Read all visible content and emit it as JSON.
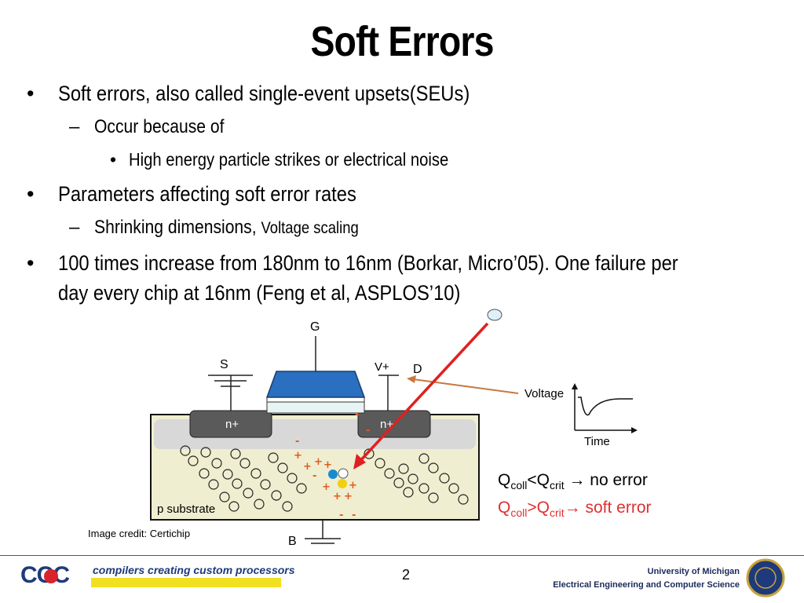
{
  "slide": {
    "title": "Soft Errors",
    "bullets": [
      {
        "mark": "•",
        "text": "Soft errors, also called single-event upsets(SEUs)"
      },
      {
        "mark": "–",
        "text": "Occur because of"
      },
      {
        "mark": "•",
        "text": "High energy particle strikes or electrical noise"
      },
      {
        "mark": "•",
        "text": "Parameters affecting soft error rates"
      },
      {
        "mark": "–",
        "text_main": "Shrinking dimensions, ",
        "text_small": "Voltage scaling"
      },
      {
        "mark": "•",
        "line1": "100 times increase from 180nm to 16nm (Borkar, Micro’05). One failure per",
        "line2": "day every chip at 16nm (Feng et al, ASPLOS’10)"
      }
    ]
  },
  "diagram": {
    "labels": {
      "gate": "G",
      "source": "S",
      "vplus": "V+",
      "drain": "D",
      "bulk": "B",
      "n_left": "n+",
      "n_right": "n+",
      "substrate": "p substrate",
      "voltage": "Voltage",
      "time": "Time"
    },
    "conditions": {
      "no_error": {
        "q": "Q",
        "coll": "coll",
        "op": "<",
        "crit": "crit",
        "rest": " → no error"
      },
      "soft_error": {
        "q": "Q",
        "coll": "coll",
        "op": ">",
        "crit": "crit",
        "rest": "→ soft error"
      }
    },
    "colors": {
      "gate": "#2a6fc0",
      "strike": "#e02020",
      "voltage_arrow": "#c87840",
      "soft_error": "#e03030",
      "substrate": "#efeed0"
    }
  },
  "credit": "Image credit: Certichip",
  "footer": {
    "logo_text": "CCC",
    "tagline": "compilers creating custom processors",
    "page_number": "2",
    "university": "University of Michigan",
    "department": "Electrical Engineering and Computer Science"
  }
}
